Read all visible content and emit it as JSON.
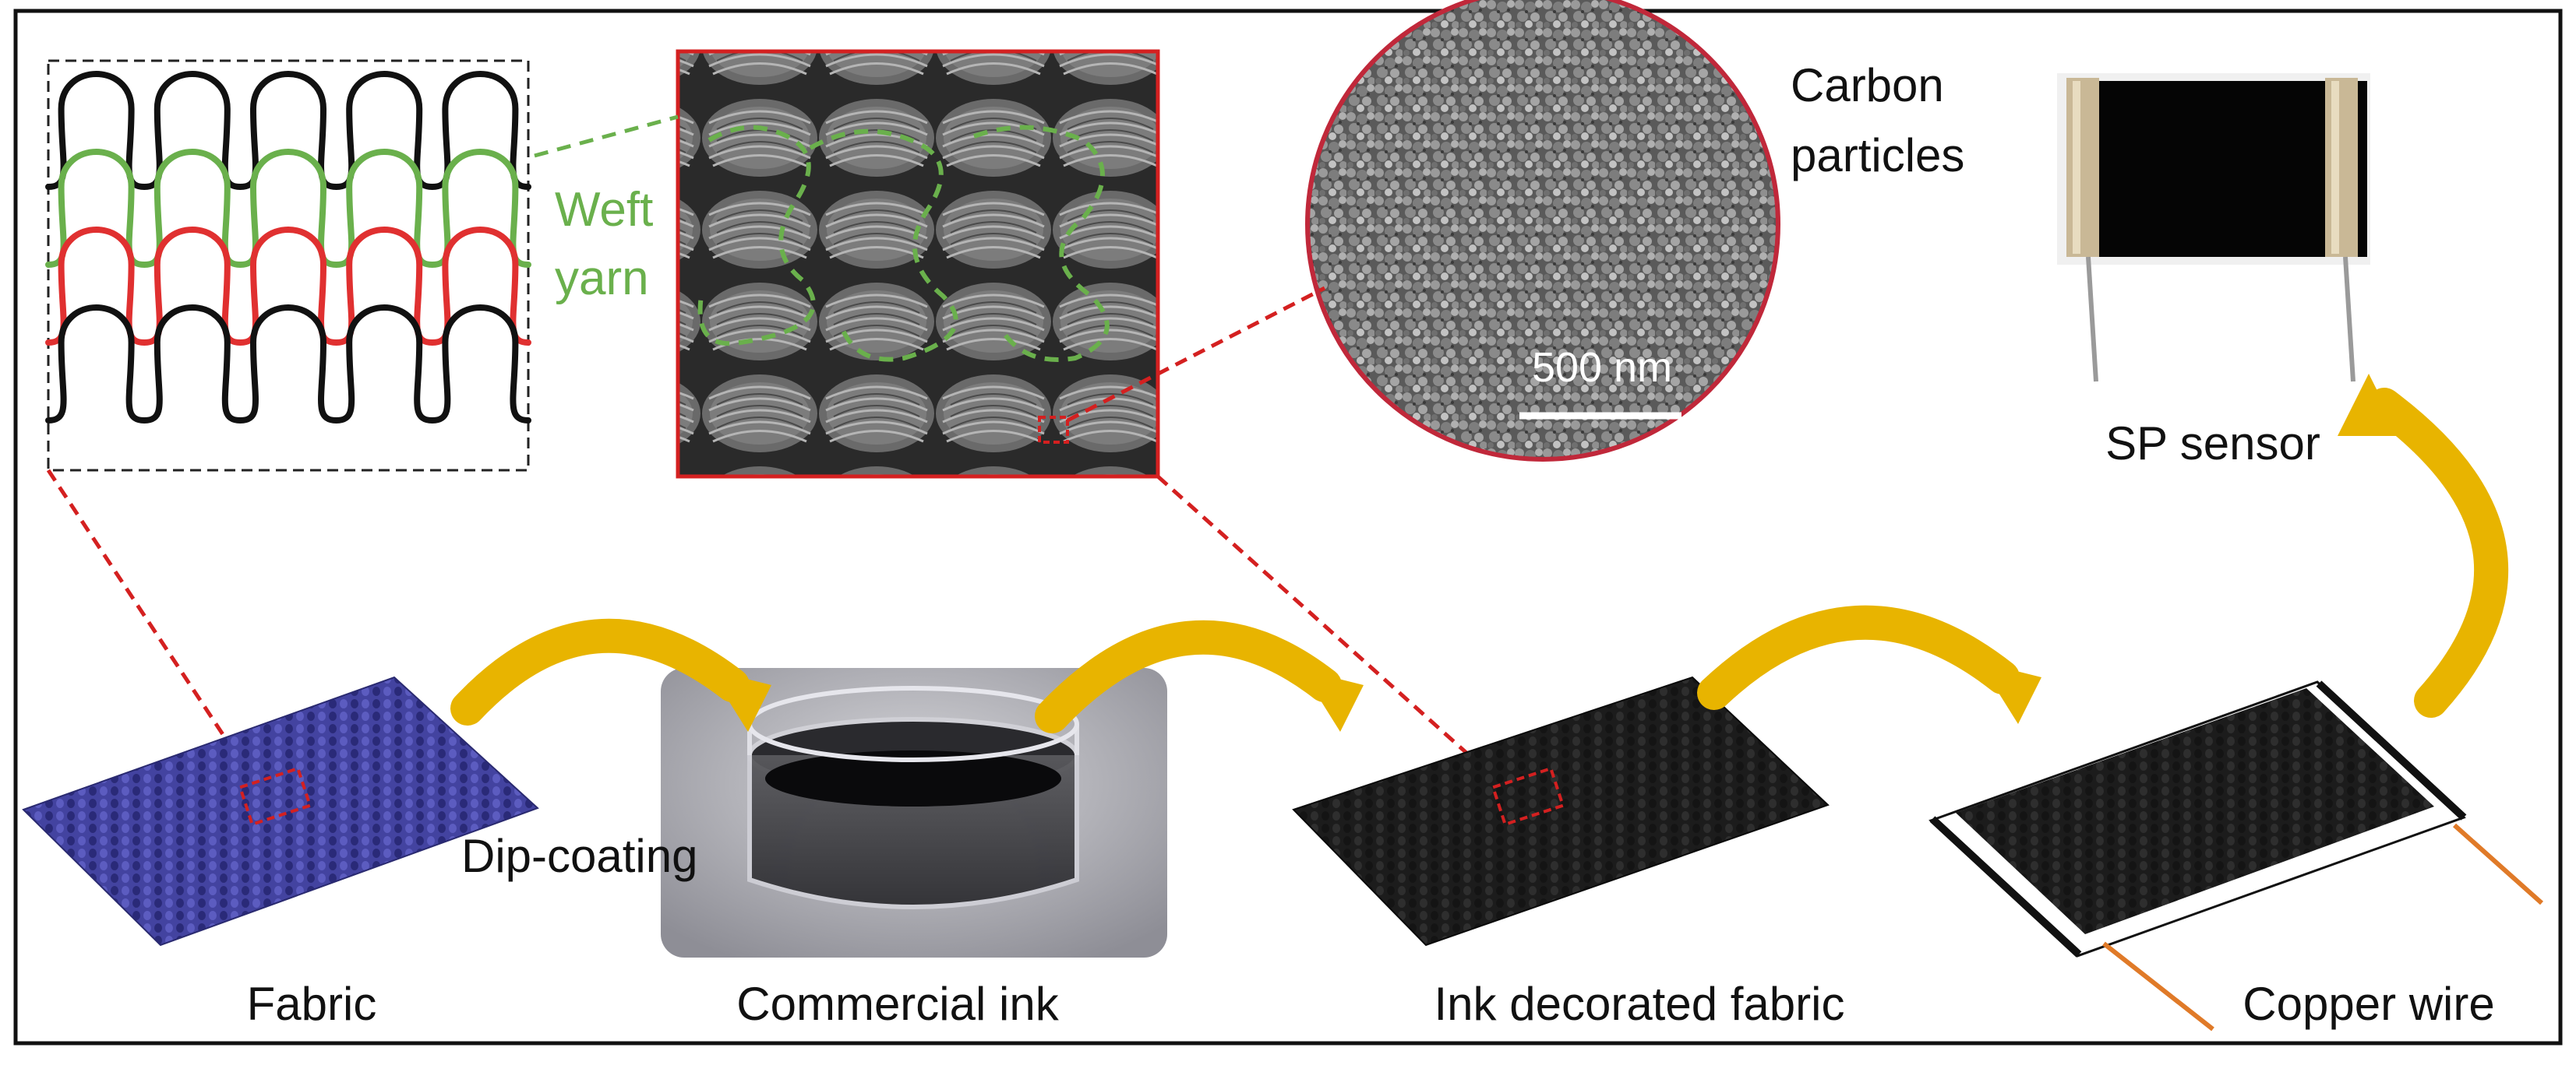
{
  "labels": {
    "weft_yarn_line1": "Weft",
    "weft_yarn_line2": "yarn",
    "carbon_particles_line1": "Carbon",
    "carbon_particles_line2": "particles",
    "scale_bar": "500 nm",
    "sp_sensor": "SP sensor",
    "dip_coating": "Dip-coating",
    "fabric": "Fabric",
    "commercial_ink": "Commercial ink",
    "ink_decorated_fabric": "Ink decorated fabric",
    "copper_wire": "Copper wire"
  },
  "colors": {
    "weft_green": "#6ab04c",
    "knit_red": "#e03030",
    "knit_black": "#111111",
    "arrow_gold": "#e8b400",
    "fabric_blue": "#4a4aa8",
    "callout_red": "#d42020",
    "copper": "#e07a28"
  }
}
